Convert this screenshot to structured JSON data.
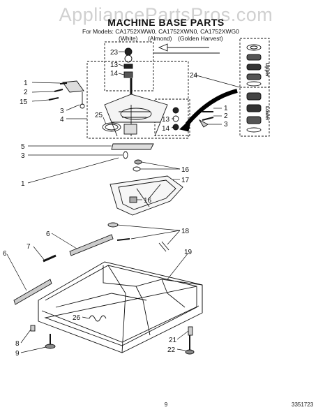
{
  "header": {
    "watermark": "AppliancePartsPros.com",
    "title": "MACHINE BASE PARTS",
    "models_line": "For Models: CA1752XWW0, CA1752XWN0, CA1752XWG0",
    "colors": [
      "(White)",
      "(Almond)",
      "(Golden Harvest)"
    ]
  },
  "insets": {
    "upper_label": "Upper",
    "lower_label": "Lower"
  },
  "callouts": [
    {
      "id": "c23a",
      "text": "23"
    },
    {
      "id": "c13a",
      "text": "13"
    },
    {
      "id": "c14a",
      "text": "14"
    },
    {
      "id": "c1a",
      "text": "1"
    },
    {
      "id": "c2a",
      "text": "2"
    },
    {
      "id": "c15",
      "text": "15"
    },
    {
      "id": "c3a",
      "text": "3"
    },
    {
      "id": "c4",
      "text": "4"
    },
    {
      "id": "c25",
      "text": "25"
    },
    {
      "id": "c24",
      "text": "24"
    },
    {
      "id": "c13b",
      "text": "13"
    },
    {
      "id": "c14b",
      "text": "14"
    },
    {
      "id": "c1b",
      "text": "1"
    },
    {
      "id": "c2b",
      "text": "2"
    },
    {
      "id": "c3b",
      "text": "3"
    },
    {
      "id": "c5",
      "text": "5"
    },
    {
      "id": "c3c",
      "text": "3"
    },
    {
      "id": "c1c",
      "text": "1"
    },
    {
      "id": "c16a",
      "text": "16"
    },
    {
      "id": "c17",
      "text": "17"
    },
    {
      "id": "c16b",
      "text": "16"
    },
    {
      "id": "c6a",
      "text": "6"
    },
    {
      "id": "c18",
      "text": "18"
    },
    {
      "id": "c7",
      "text": "7"
    },
    {
      "id": "c6b",
      "text": "6"
    },
    {
      "id": "c19",
      "text": "19"
    },
    {
      "id": "c26",
      "text": "26"
    },
    {
      "id": "c21",
      "text": "21"
    },
    {
      "id": "c8",
      "text": "8"
    },
    {
      "id": "c22",
      "text": "22"
    },
    {
      "id": "c9",
      "text": "9"
    }
  ],
  "footer": {
    "page_number": "9",
    "doc_number": "3351723"
  }
}
